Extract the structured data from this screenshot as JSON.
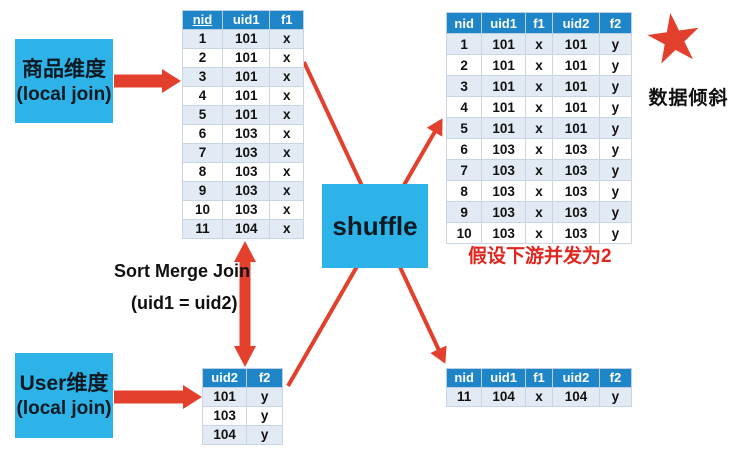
{
  "colors": {
    "box-cyan": "#2db3e8",
    "table-header-blue": "#1e86c8",
    "table-row-alt": "#e2eaf3",
    "arrow-red": "#e2402d",
    "accent-red-text": "#e0261e"
  },
  "nodes": {
    "product_box": {
      "line1": "商品维度",
      "line2": "(local join)"
    },
    "user_box": {
      "line1": "User维度",
      "line2": "(local join)"
    },
    "shuffle": {
      "label": "shuffle"
    }
  },
  "annotations": {
    "sort_merge_join": "Sort Merge Join",
    "join_condition": "(uid1 = uid2)",
    "downstream_note": "假设下游并发为2",
    "data_skew_label": "数据倾斜",
    "star_glyph": "★"
  },
  "tables": {
    "product": {
      "headers": [
        "nid",
        "uid1",
        "f1"
      ],
      "rows": [
        [
          "1",
          "101",
          "x"
        ],
        [
          "2",
          "101",
          "x"
        ],
        [
          "3",
          "101",
          "x"
        ],
        [
          "4",
          "101",
          "x"
        ],
        [
          "5",
          "101",
          "x"
        ],
        [
          "6",
          "103",
          "x"
        ],
        [
          "7",
          "103",
          "x"
        ],
        [
          "8",
          "103",
          "x"
        ],
        [
          "9",
          "103",
          "x"
        ],
        [
          "10",
          "103",
          "x"
        ],
        [
          "11",
          "104",
          "x"
        ]
      ]
    },
    "user": {
      "headers": [
        "uid2",
        "f2"
      ],
      "rows": [
        [
          "101",
          "y"
        ],
        [
          "103",
          "y"
        ],
        [
          "104",
          "y"
        ]
      ]
    },
    "shuffled_main": {
      "headers": [
        "nid",
        "uid1",
        "f1",
        "uid2",
        "f2"
      ],
      "rows": [
        [
          "1",
          "101",
          "x",
          "101",
          "y"
        ],
        [
          "2",
          "101",
          "x",
          "101",
          "y"
        ],
        [
          "3",
          "101",
          "x",
          "101",
          "y"
        ],
        [
          "4",
          "101",
          "x",
          "101",
          "y"
        ],
        [
          "5",
          "101",
          "x",
          "101",
          "y"
        ],
        [
          "6",
          "103",
          "x",
          "103",
          "y"
        ],
        [
          "7",
          "103",
          "x",
          "103",
          "y"
        ],
        [
          "8",
          "103",
          "x",
          "103",
          "y"
        ],
        [
          "9",
          "103",
          "x",
          "103",
          "y"
        ],
        [
          "10",
          "103",
          "x",
          "103",
          "y"
        ]
      ]
    },
    "shuffled_skew": {
      "headers": [
        "nid",
        "uid1",
        "f1",
        "uid2",
        "f2"
      ],
      "rows": [
        [
          "11",
          "104",
          "x",
          "104",
          "y"
        ]
      ]
    }
  }
}
